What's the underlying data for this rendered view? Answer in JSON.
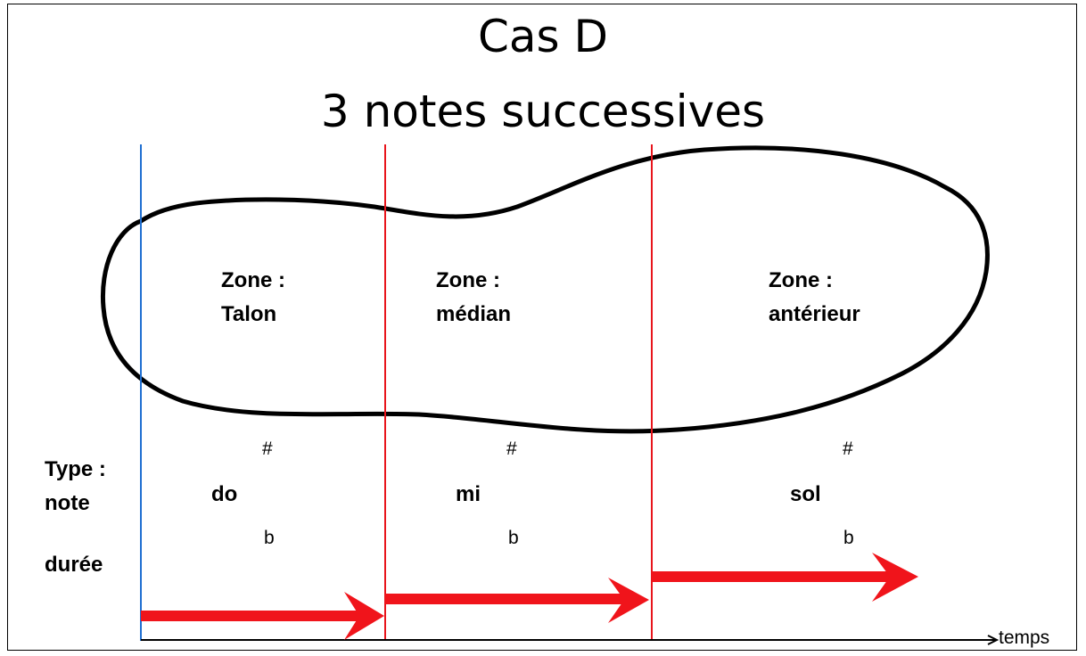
{
  "title": {
    "line1": "Cas D",
    "line2": "3 notes successives"
  },
  "zones": [
    {
      "line1": "Zone :",
      "line2": "Talon"
    },
    {
      "line1": "Zone :",
      "line2": "médian"
    },
    {
      "line1": "Zone :",
      "line2": "antérieur"
    }
  ],
  "row_labels": {
    "type_line1": "Type :",
    "type_line2": "note",
    "duration": "durée"
  },
  "notes": [
    {
      "name": "do",
      "sharp": "#",
      "flat": "b"
    },
    {
      "name": "mi",
      "sharp": "#",
      "flat": "b"
    },
    {
      "name": "sol",
      "sharp": "#",
      "flat": "b"
    }
  ],
  "axis": {
    "label": "temps"
  },
  "colors": {
    "outline": "#000000",
    "start_line": "#1f6fd1",
    "boundary_lines": "#e8141b",
    "arrows": "#f0141b"
  }
}
